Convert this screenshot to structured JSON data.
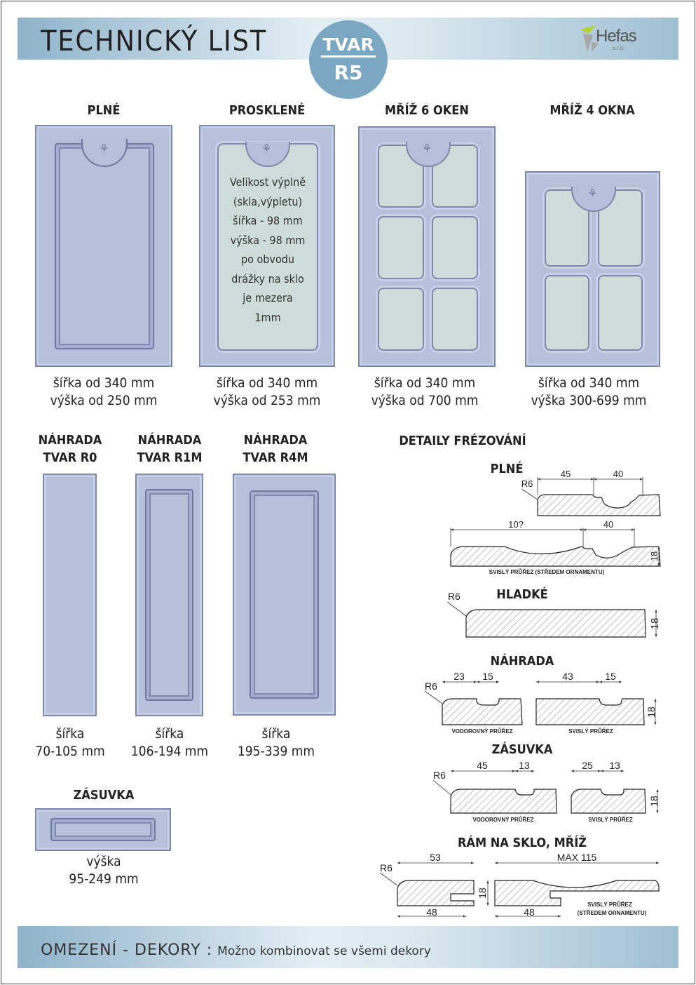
{
  "header": {
    "title": "TECHNICKÝ LIST",
    "badge_top": "TVAR",
    "badge_bottom": "R5",
    "logo": "Hefas",
    "logo_sub": "s.r.o."
  },
  "doors": [
    {
      "title": "PLNÉ",
      "line1": "šířka od 340 mm",
      "line2": "výška od 250 mm"
    },
    {
      "title": "PROSKLENÉ",
      "line1": "šířka od 340 mm",
      "line2": "výška od 253 mm",
      "glass_text": [
        "Velikost výplně",
        "(skla,výpletu)",
        "šířka - 98 mm",
        "výška - 98 mm",
        "po obvodu",
        "drážky na sklo",
        "je mezera",
        "1mm"
      ]
    },
    {
      "title": "MŘÍŽ 6 OKEN",
      "line1": "šířka od 340 mm",
      "line2": "výška od 700 mm"
    },
    {
      "title": "MŘÍŽ 4 OKNA",
      "line1": "šířka od 340 mm",
      "line2": "výška 300-699 mm"
    }
  ],
  "replacements": [
    {
      "title1": "NÁHRADA",
      "title2": "TVAR R0",
      "line1": "šířka",
      "line2": "70-105 mm"
    },
    {
      "title1": "NÁHRADA",
      "title2": "TVAR R1M",
      "line1": "šířka",
      "line2": "106-194 mm"
    },
    {
      "title1": "NÁHRADA",
      "title2": "TVAR R4M",
      "line1": "šířka",
      "line2": "195-339 mm"
    }
  ],
  "drawer": {
    "title": "ZÁSUVKA",
    "line1": "výška",
    "line2": "95-249 mm"
  },
  "details": {
    "title": "DETAILY FRÉZOVÁNÍ",
    "plne": {
      "title": "PLNÉ",
      "r": "R6",
      "d1": "45",
      "d2": "40",
      "d3": "10?",
      "d4": "40",
      "t": "18",
      "caption": "SVISLÝ PRŮŘEZ (STŘEDEM ORNAMENTU)"
    },
    "hladke": {
      "title": "HLADKÉ",
      "r": "R6",
      "t": "18"
    },
    "nahrada": {
      "title": "NÁHRADA",
      "r": "R6",
      "d1": "23",
      "d2": "15",
      "d3": "43",
      "d4": "15",
      "t": "18",
      "cap1": "VODOROVNÝ PRŮŘEZ",
      "cap2": "SVISLÝ PRŮŘEZ"
    },
    "zasuvka": {
      "title": "ZÁSUVKA",
      "r": "R6",
      "d1": "45",
      "d2": "13",
      "d3": "25",
      "d4": "13",
      "t": "18",
      "cap1": "VODOROVNÝ PRŮŘEZ",
      "cap2": "SVISLÝ PRŮŘEZ"
    },
    "ram": {
      "title": "RÁM NA SKLO, MŘÍŽ",
      "r": "R6",
      "d1": "53",
      "d2": "48",
      "t": "18",
      "d3": "MAX 115",
      "d4": "48",
      "cap1": "SVISLÝ PRŮŘEZ",
      "cap2": "(STŘEDEM ORNAMENTU)"
    }
  },
  "footer": {
    "label": "OMEZENÍ - DEKORY :",
    "text": "Možno kombinovat se všemi dekory"
  }
}
